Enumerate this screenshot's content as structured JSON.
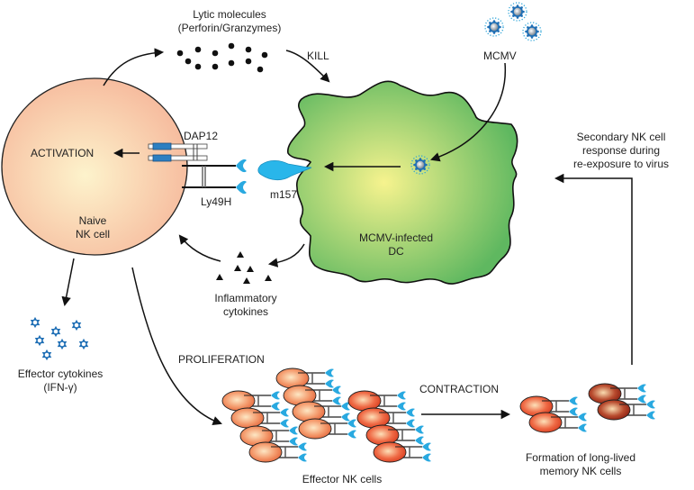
{
  "labels": {
    "lytic_line1": "Lytic molecules",
    "lytic_line2": "(Perforin/Granzymes)",
    "kill": "KILL",
    "mcmv": "MCMV",
    "activation": "ACTIVATION",
    "dap12": "DAP12",
    "ly49h": "Ly49H",
    "m157": "m157",
    "naive_line1": "Naive",
    "naive_line2": "NK cell",
    "dc_line1": "MCMV-infected",
    "dc_line2": "DC",
    "secondary_line1": "Secondary NK cell",
    "secondary_line2": "response during",
    "secondary_line3": "re-exposure to virus",
    "inflammatory_line1": "Inflammatory",
    "inflammatory_line2": "cytokines",
    "effector_cytokines_line1": "Effector cytokines",
    "effector_cytokines_line2": "(IFN-γ)",
    "proliferation": "PROLIFERATION",
    "contraction": "CONTRACTION",
    "effector_nk": "Effector NK cells",
    "memory_line1": "Formation of long-lived",
    "memory_line2": "memory NK cells"
  },
  "colors": {
    "nk_cell": "#f7c3a6",
    "nk_cell_center": "#fdf0c8",
    "dc_outer": "#5cb85c",
    "dc_center": "#f5f28c",
    "receptor_blue": "#29a9e0",
    "dap12_blue": "#2d7fc1",
    "effector_cell": "#f07a50",
    "memory_cell": "#9b2a1a",
    "cytokine_star": "#1f6fb5"
  }
}
